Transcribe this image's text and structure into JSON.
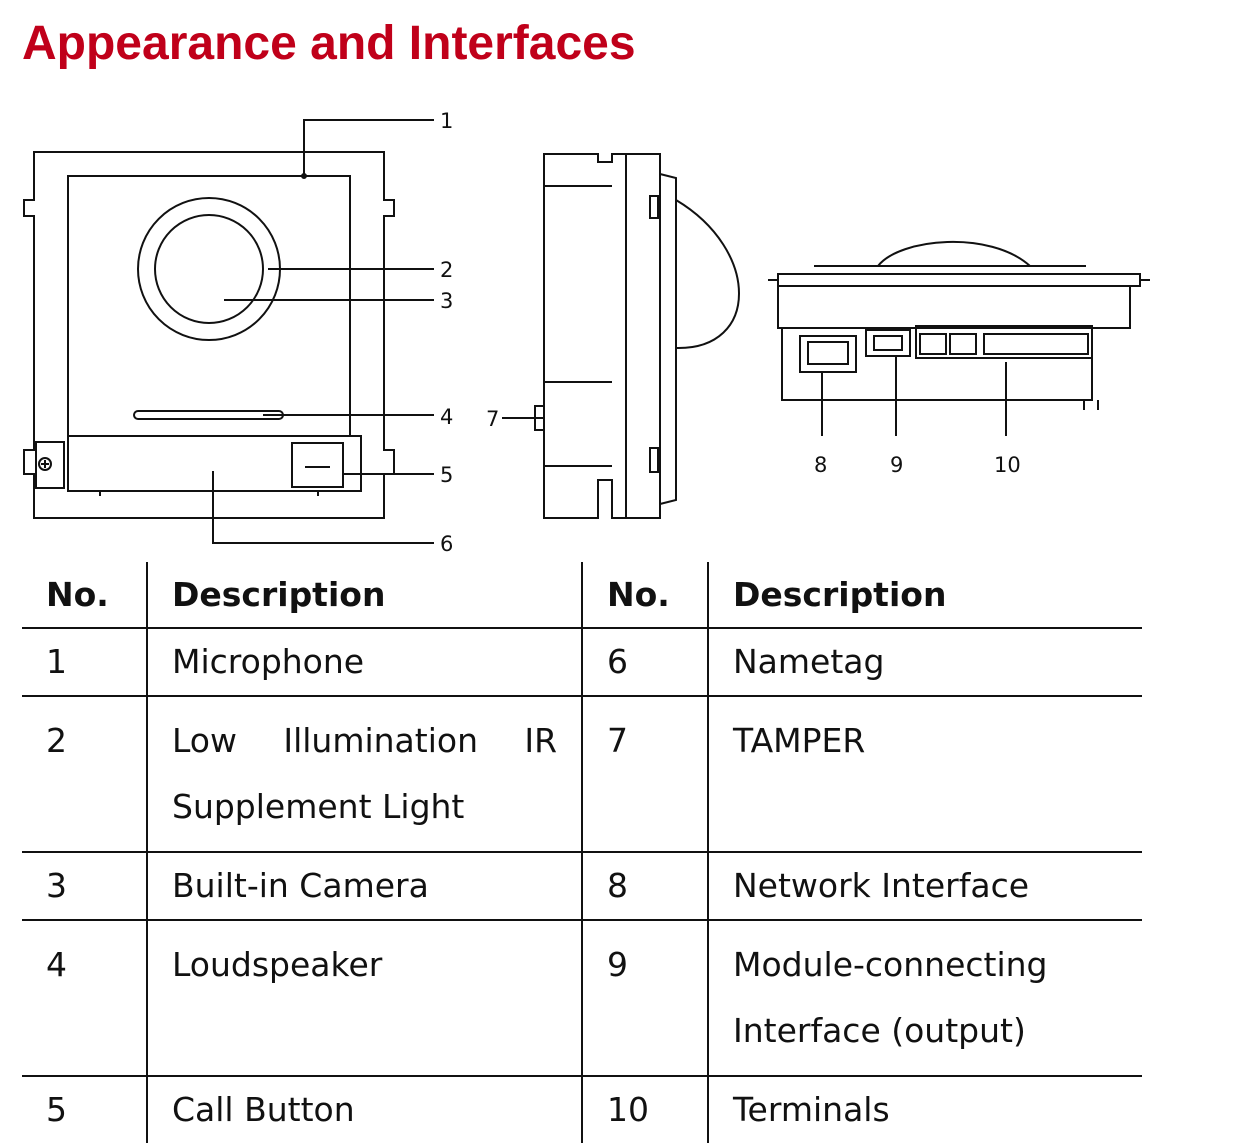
{
  "title": "Appearance and Interfaces",
  "callouts": [
    "1",
    "2",
    "3",
    "4",
    "5",
    "6",
    "7",
    "8",
    "9",
    "10"
  ],
  "table": {
    "headers": {
      "no": "No.",
      "description": "Description"
    },
    "rows": [
      {
        "left": {
          "no": "1",
          "desc": "Microphone"
        },
        "right": {
          "no": "6",
          "desc": "Nametag"
        }
      },
      {
        "left": {
          "no": "2",
          "desc_line1": "Low Illumination IR",
          "desc_line2": "Supplement Light"
        },
        "right": {
          "no": "7",
          "desc": "TAMPER"
        }
      },
      {
        "left": {
          "no": "3",
          "desc": "Built-in Camera"
        },
        "right": {
          "no": "8",
          "desc": "Network Interface"
        }
      },
      {
        "left": {
          "no": "4",
          "desc": "Loudspeaker"
        },
        "right": {
          "no": "9",
          "desc_line1": "Module-connecting",
          "desc_line2": "Interface (output)"
        }
      },
      {
        "left": {
          "no": "5",
          "desc": "Call Button"
        },
        "right": {
          "no": "10",
          "desc": "Terminals"
        }
      }
    ]
  },
  "colors": {
    "title": "#c0001a",
    "line": "#111111"
  }
}
